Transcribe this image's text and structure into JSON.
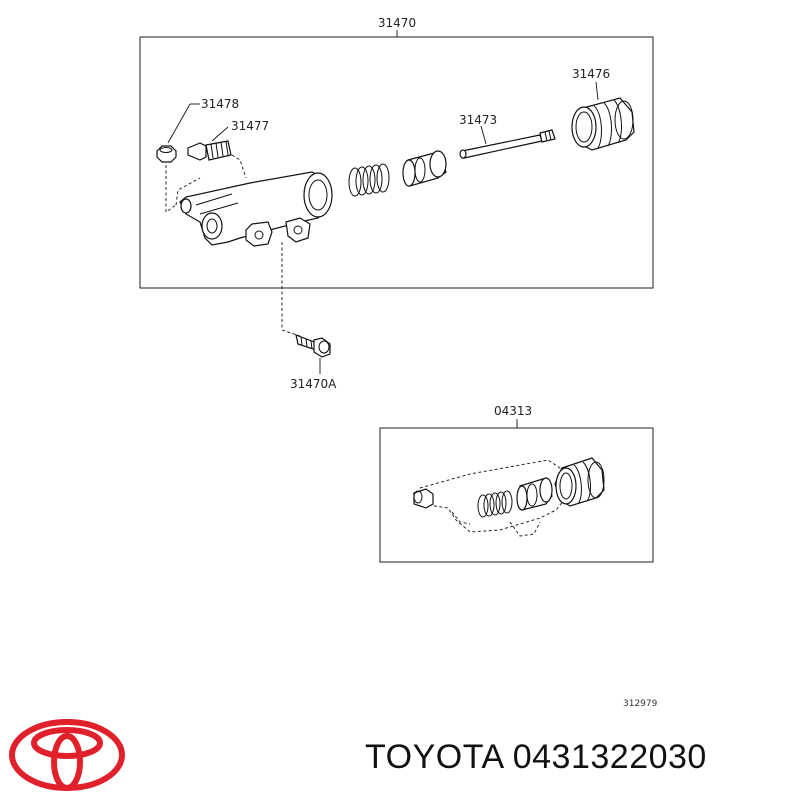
{
  "diagram": {
    "labels": {
      "assembly": "31470",
      "bleeder_cap": "31478",
      "bleeder_plug": "31477",
      "push_rod": "31473",
      "boot": "31476",
      "bolt": "31470A",
      "repair_kit": "04313"
    },
    "drawing_code": "312979"
  },
  "footer": {
    "brand_name": "TOYOTA",
    "part_number": "0431322030"
  },
  "colors": {
    "logo_red": "#e0202a",
    "line": "#111111"
  }
}
